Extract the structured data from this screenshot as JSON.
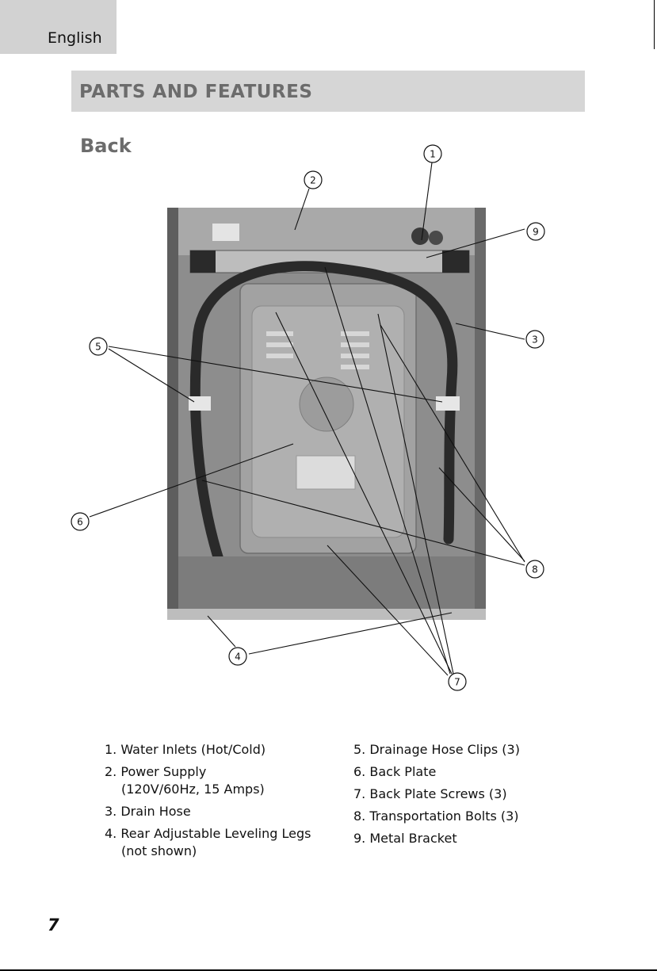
{
  "header": {
    "language": "English"
  },
  "section": {
    "title": "PARTS AND FEATURES",
    "subtitle": "Back"
  },
  "callouts": [
    "1",
    "2",
    "3",
    "4",
    "5",
    "6",
    "7",
    "8",
    "9"
  ],
  "parts_left": [
    {
      "num": "1.",
      "text": "Water Inlets (Hot/Cold)",
      "text2": ""
    },
    {
      "num": "2.",
      "text": "Power Supply",
      "text2": "(120V/60Hz, 15 Amps)"
    },
    {
      "num": "3.",
      "text": "Drain Hose",
      "text2": ""
    },
    {
      "num": "4.",
      "text": "Rear Adjustable Leveling Legs",
      "text2": "(not shown)"
    }
  ],
  "parts_right": [
    {
      "num": "5.",
      "text": "Drainage Hose Clips (3)"
    },
    {
      "num": "6.",
      "text": "Back Plate"
    },
    {
      "num": "7.",
      "text": "Back Plate Screws (3)"
    },
    {
      "num": "8.",
      "text": "Transportation Bolts (3)"
    },
    {
      "num": "9.",
      "text": "Metal Bracket"
    }
  ],
  "footer": {
    "page_number": "7"
  }
}
